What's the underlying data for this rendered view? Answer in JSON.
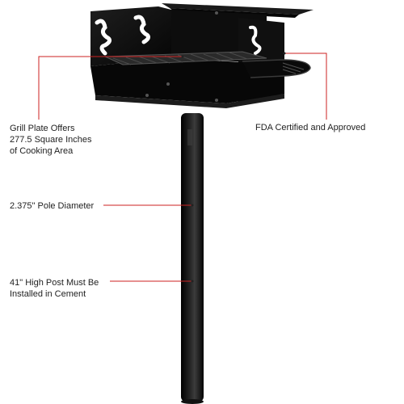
{
  "callouts": {
    "grill_plate_line1": "Grill Plate Offers",
    "grill_plate_line2": "277.5 Square Inches",
    "grill_plate_line3": "of Cooking Area",
    "fda": "FDA Certified and Approved",
    "pole_diameter": "2.375\" Pole Diameter",
    "post_line1": "41\" High Post Must Be",
    "post_line2": "Installed in Cement"
  },
  "colors": {
    "grill_body": "#0b0b0b",
    "grill_highlight": "#3a3a3a",
    "leader_line": "#cc2222",
    "text": "#222222",
    "background": "#ffffff"
  }
}
